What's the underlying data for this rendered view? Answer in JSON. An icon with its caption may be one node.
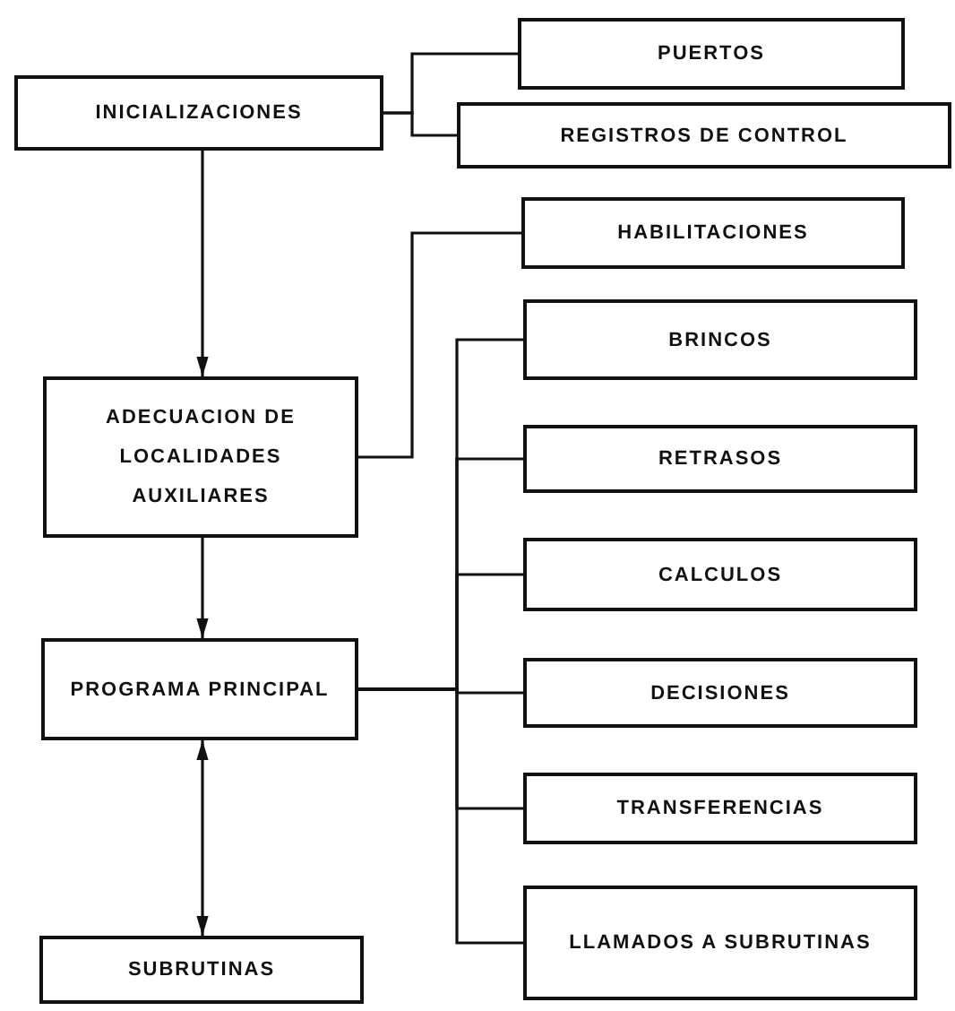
{
  "diagram": {
    "nodes": [
      {
        "text": [
          "INICIALIZACIONES"
        ]
      },
      {
        "text": [
          "PUERTOS"
        ]
      },
      {
        "text": [
          "REGISTROS DE CONTROL"
        ]
      },
      {
        "text": [
          "HABILITACIONES"
        ]
      },
      {
        "text": [
          "BRINCOS"
        ]
      },
      {
        "text": [
          "ADECUACION DE LOCALIDADES AUXILIARES"
        ]
      },
      {
        "text": [
          "RETRASOS"
        ]
      },
      {
        "text": [
          "CALCULOS"
        ]
      },
      {
        "text": [
          "PROGRAMA PRINCIPAL"
        ]
      },
      {
        "text": [
          "DECISIONES"
        ]
      },
      {
        "text": [
          "TRANSFERENCIAS"
        ]
      },
      {
        "text": [
          "LLAMADOS A SUBRUTINAS"
        ]
      },
      {
        "text": [
          "SUBRUTINAS"
        ]
      }
    ],
    "edges": [
      {
        "from": 0,
        "to": 1,
        "arrow": "none"
      },
      {
        "from": 0,
        "to": 2,
        "arrow": "none"
      },
      {
        "from": 5,
        "to": 3,
        "arrow": "none"
      },
      {
        "from": 8,
        "to": 4,
        "arrow": "none"
      },
      {
        "from": 8,
        "to": 6,
        "arrow": "none"
      },
      {
        "from": 8,
        "to": 7,
        "arrow": "none"
      },
      {
        "from": 8,
        "to": 9,
        "arrow": "none"
      },
      {
        "from": 8,
        "to": 10,
        "arrow": "none"
      },
      {
        "from": 8,
        "to": 11,
        "arrow": "none"
      },
      {
        "from": 0,
        "to": 5,
        "arrow": "to"
      },
      {
        "from": 5,
        "to": 8,
        "arrow": "to"
      },
      {
        "from": 8,
        "to": 12,
        "arrow": "both"
      }
    ]
  }
}
